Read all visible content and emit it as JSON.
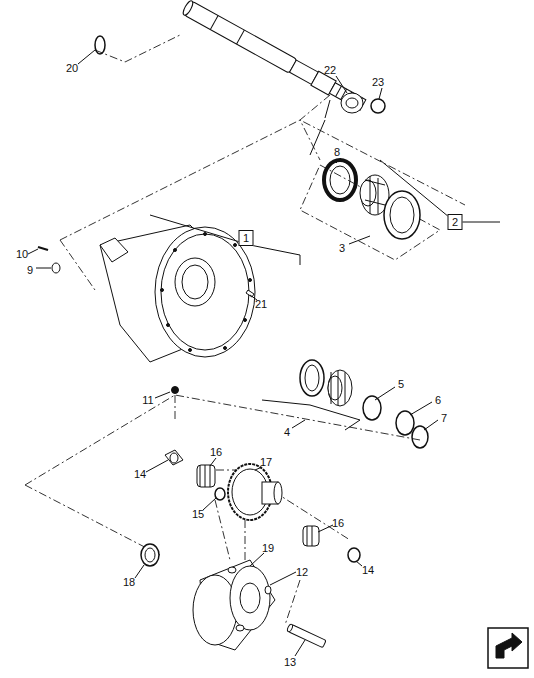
{
  "diagram": {
    "nodes": [
      {
        "text": [
          "2"
        ]
      },
      {
        "text": [
          "1"
        ]
      }
    ],
    "labels": [
      "20",
      "22",
      "23",
      "8",
      "3",
      "10",
      "9",
      "21",
      "11",
      "5",
      "6",
      "7",
      "4",
      "16",
      "17",
      "14",
      "15",
      "16",
      "14",
      "19",
      "12",
      "18",
      "13"
    ]
  }
}
